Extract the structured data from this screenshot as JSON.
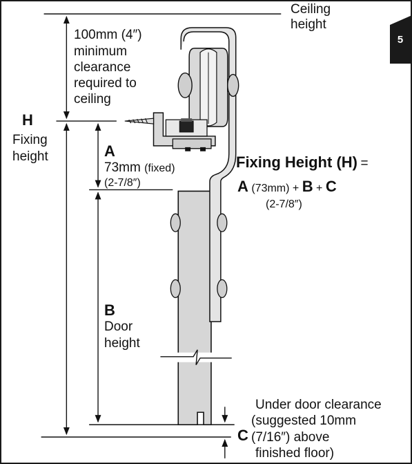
{
  "step_number": "5",
  "ceiling": {
    "line1": "Ceiling",
    "line2": "height"
  },
  "clearance": {
    "line1": "100mm (4″)",
    "line2": "minimum",
    "line3": "clearance",
    "line4": "required to",
    "line5": "ceiling"
  },
  "fixing": {
    "h_letter": "H",
    "line1": "Fixing",
    "line2": "height"
  },
  "dim_a": {
    "letter": "A",
    "value": "73mm",
    "note": "(fixed)",
    "imperial": "(2-7/8″)"
  },
  "dim_b": {
    "letter": "B",
    "line1": "Door",
    "line2": "height"
  },
  "dim_c": {
    "letter": "C",
    "line1": "Under door clearance",
    "line2": "(suggested 10mm",
    "line3": "(7/16″) above",
    "line4": "finished floor)"
  },
  "formula": {
    "title": "Fixing Height (H)",
    "equals": "=",
    "a": "A",
    "a_value": "(73mm)",
    "plus1": "+",
    "b": "B",
    "plus2": "+",
    "c": "C",
    "a_imperial": "(2-7/8″)"
  },
  "colors": {
    "line": "#111111",
    "hardware_fill": "#d9d9d9",
    "door_fill": "#d6d6d6",
    "badge": "#1a1a1a"
  }
}
